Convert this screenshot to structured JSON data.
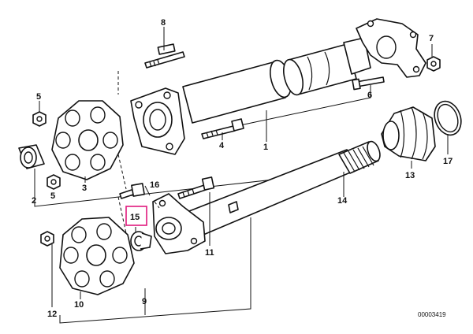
{
  "diagram": {
    "part_numbers": {
      "p1": "1",
      "p2": "2",
      "p3": "3",
      "p4": "4",
      "p5a": "5",
      "p5b": "5",
      "p6": "6",
      "p7": "7",
      "p8": "8",
      "p9": "9",
      "p10": "10",
      "p11": "11",
      "p12": "12",
      "p13": "13",
      "p14": "14",
      "p15": "15",
      "p16": "16",
      "p17": "17"
    },
    "reference_code": "00003419",
    "highlight_color": "#e0197d"
  }
}
